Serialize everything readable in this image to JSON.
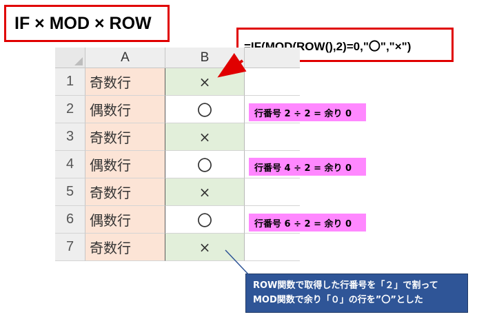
{
  "title": "IF × MOD × ROW",
  "formula": "=IF(MOD(ROW(),2)=0,\"〇\",\"×\")",
  "sheet": {
    "columns": [
      "A",
      "B"
    ],
    "rows": [
      {
        "num": "1",
        "a": "奇数行",
        "b": "×"
      },
      {
        "num": "2",
        "a": "偶数行",
        "b": "〇"
      },
      {
        "num": "3",
        "a": "奇数行",
        "b": "×"
      },
      {
        "num": "4",
        "a": "偶数行",
        "b": "〇"
      },
      {
        "num": "5",
        "a": "奇数行",
        "b": "×"
      },
      {
        "num": "6",
        "a": "偶数行",
        "b": "〇"
      },
      {
        "num": "7",
        "a": "奇数行",
        "b": "×"
      }
    ]
  },
  "annotations": {
    "row2": "行番号 2 ÷ 2 = 余り 0",
    "row4": "行番号 4 ÷ 2 = 余り 0",
    "row6": "行番号 6 ÷ 2 = 余り 0"
  },
  "note": {
    "line1": "ROW関数で取得した行番号を「２」で割って",
    "line2": "MOD関数で余り「０」の行を”〇”とした"
  },
  "colors": {
    "accent_red": "#e00000",
    "col_a_fill": "#fce4d6",
    "col_b_odd_fill": "#e2efda",
    "annotation_pink": "#ff88ff",
    "note_blue": "#2f5597"
  }
}
